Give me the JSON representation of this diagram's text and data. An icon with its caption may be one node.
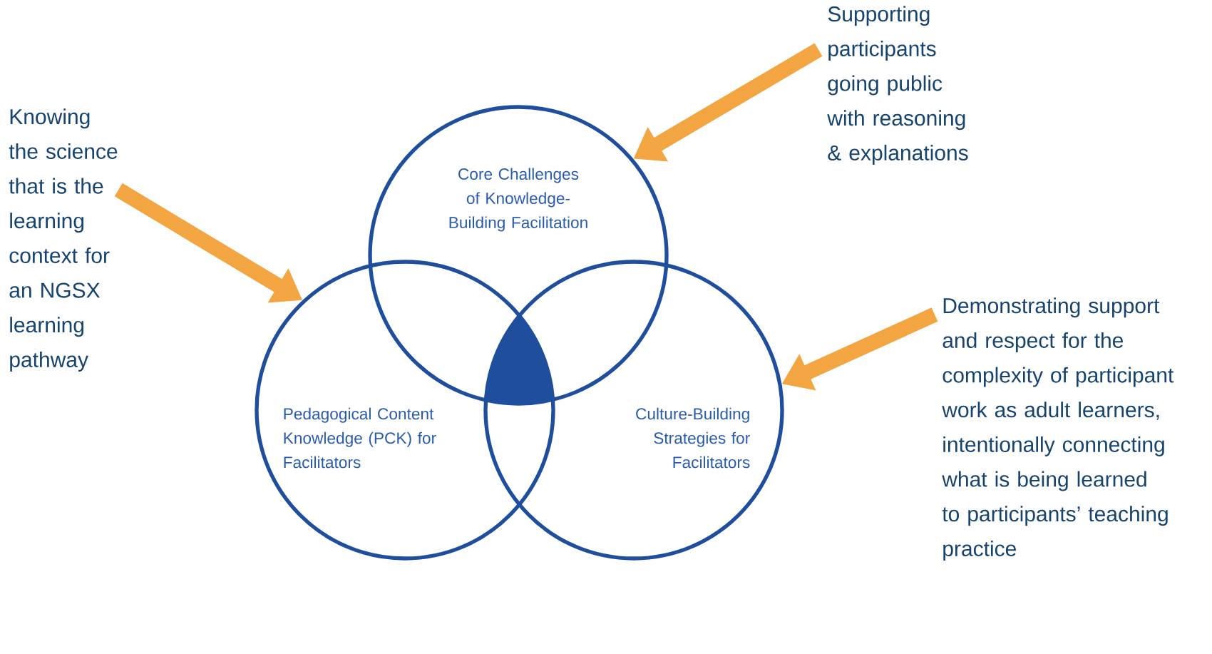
{
  "diagram": {
    "nodes": [
      {
        "text": [
          "Core Challenges of Knowledge-Building Facilitation"
        ]
      },
      {
        "text": [
          "Pedagogical Content Knowledge (PCK) for Facilitators"
        ]
      },
      {
        "text": [
          "Culture-Building Strategies for Facilitators"
        ]
      },
      {
        "text": [
          "Knowing the science that is the learning context for an NGSX learning pathway"
        ]
      },
      {
        "text": [
          "Supporting participants going public with reasoning & explanations"
        ]
      },
      {
        "text": [
          "Demonstrating support and respect for the complexity of participant work as adult learners, intentionally connecting what is being learned to participants’ teaching practice"
        ]
      },
      {
        "text": [],
        "shape": "triangle"
      }
    ],
    "edges": [
      {
        "from": 3,
        "to": 1,
        "arrow": "to"
      },
      {
        "from": 4,
        "to": 0,
        "arrow": "to"
      },
      {
        "from": 5,
        "to": 2,
        "arrow": "to"
      }
    ]
  }
}
